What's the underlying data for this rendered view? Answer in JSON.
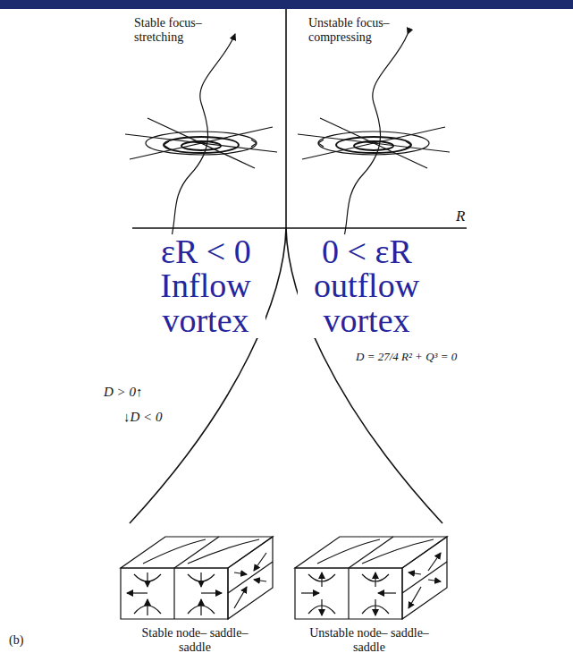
{
  "diagram": {
    "labels": [
      "Stable focus– stretching",
      "Unstable focus– compressing",
      "R",
      "εR < 0",
      "Inflow vortex",
      "0 < εR",
      "outflow vortex",
      "D = 27/4 R² + Q³ = 0",
      "D > 0↑",
      "↓D < 0",
      "Stable node– saddle–saddle",
      "Unstable node– saddle–saddle",
      "(b)"
    ]
  }
}
